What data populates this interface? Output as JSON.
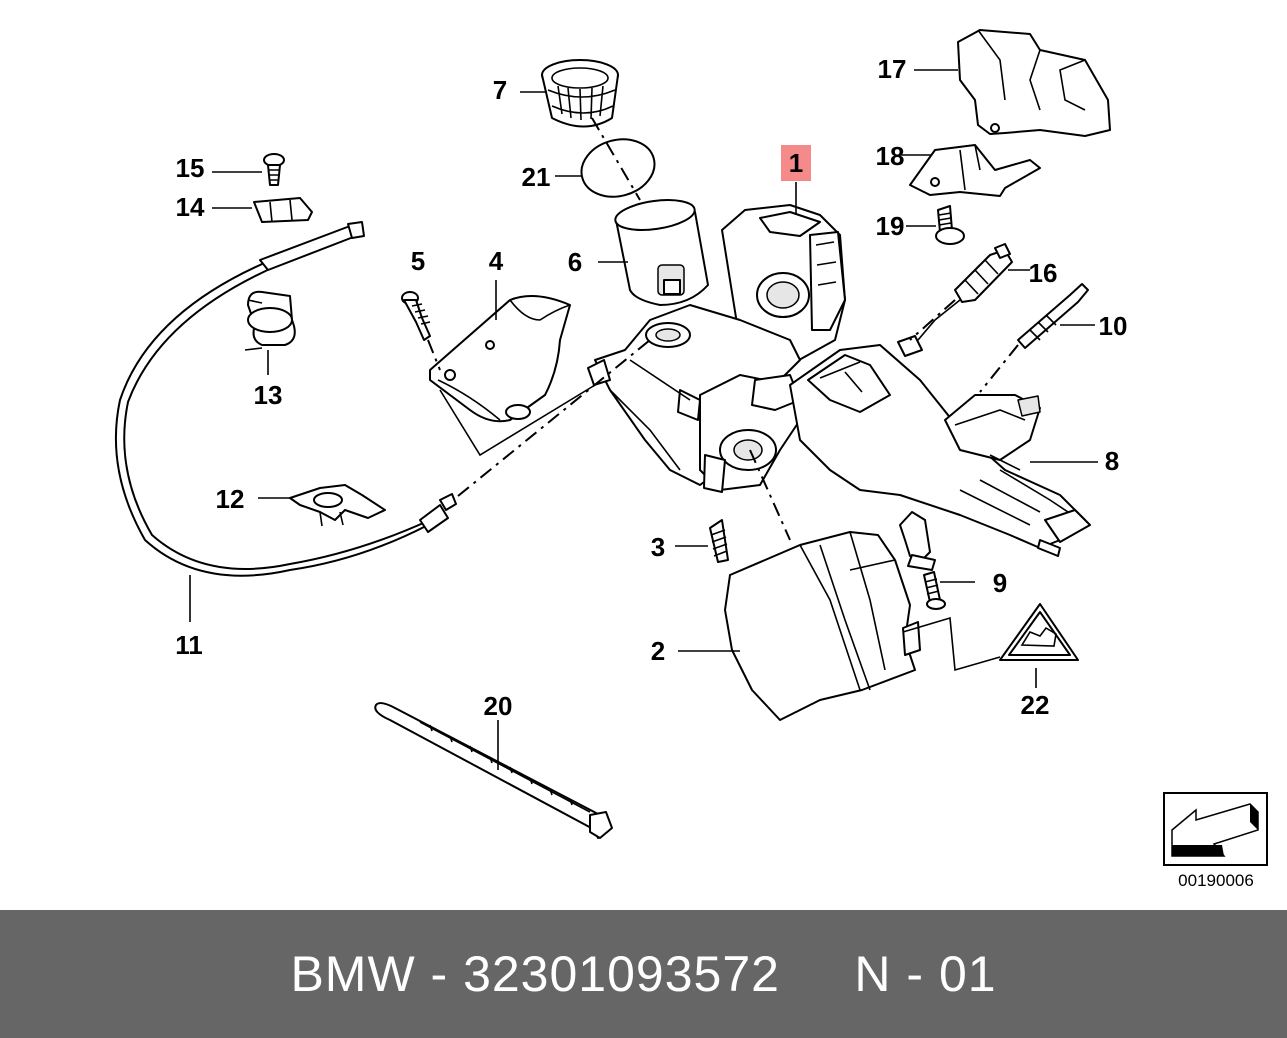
{
  "diagram": {
    "callouts": [
      {
        "id": "1",
        "label": "1",
        "highlighted": true
      },
      {
        "id": "2",
        "label": "2"
      },
      {
        "id": "3",
        "label": "3"
      },
      {
        "id": "4",
        "label": "4"
      },
      {
        "id": "5",
        "label": "5"
      },
      {
        "id": "6",
        "label": "6"
      },
      {
        "id": "7",
        "label": "7"
      },
      {
        "id": "8",
        "label": "8"
      },
      {
        "id": "9",
        "label": "9"
      },
      {
        "id": "10",
        "label": "10"
      },
      {
        "id": "11",
        "label": "11"
      },
      {
        "id": "12",
        "label": "12"
      },
      {
        "id": "13",
        "label": "13"
      },
      {
        "id": "14",
        "label": "14"
      },
      {
        "id": "15",
        "label": "15"
      },
      {
        "id": "16",
        "label": "16"
      },
      {
        "id": "17",
        "label": "17"
      },
      {
        "id": "18",
        "label": "18"
      },
      {
        "id": "19",
        "label": "19"
      },
      {
        "id": "20",
        "label": "20"
      },
      {
        "id": "21",
        "label": "21"
      },
      {
        "id": "22",
        "label": "22"
      }
    ],
    "highlight_color": "#f48a8a",
    "reference_number": "00190006"
  },
  "footer": {
    "text": "BMW - 32301093572     N - 01",
    "background": "#666666",
    "text_color": "#ffffff"
  }
}
